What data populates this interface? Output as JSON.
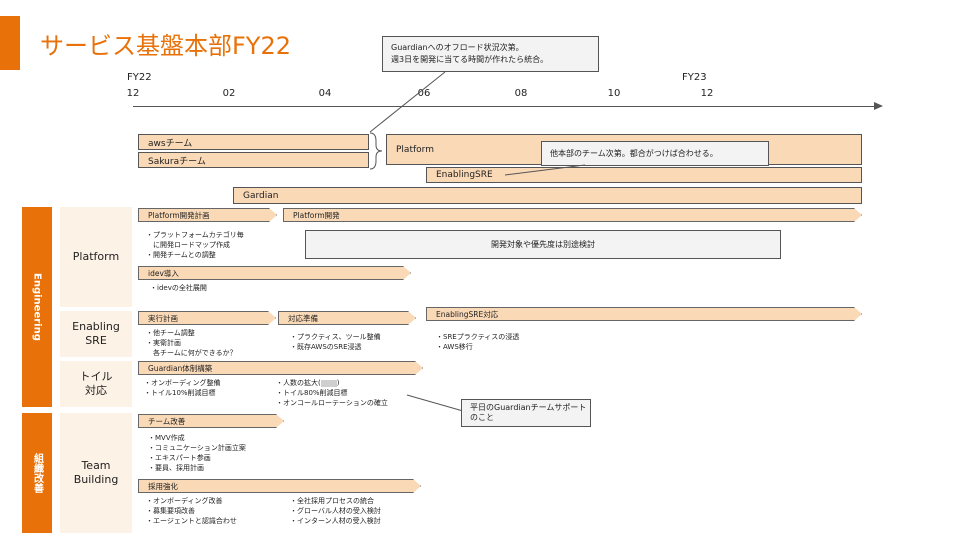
{
  "title": "サービス基盤本部FY22",
  "timeline": {
    "fy_start": "FY22",
    "fy_end": "FY23",
    "months": [
      "12",
      "02",
      "04",
      "06",
      "08",
      "10",
      "12"
    ]
  },
  "teams": {
    "aws": "awsチーム",
    "sakura": "Sakuraチーム",
    "platform": "Platform",
    "enabling": "EnablingSRE",
    "gardian": "Gardian"
  },
  "callouts": {
    "guardian_offload": "Guardianへのオフロード状況次第。\n週3日を開発に当てる時間が作れたら統合。",
    "other_dept": "他本部のチーム次第。都合がつけば合わせる。",
    "weekday_support": "平日のGuardianチームサポート\nのこと"
  },
  "groups": {
    "engineering": "Engineering",
    "org": "組織改善"
  },
  "categories": {
    "platform": "Platform",
    "enabling": "Enabling\nSRE",
    "toil": "トイル\n対応",
    "team": "Team\nBuilding"
  },
  "tasks": {
    "platform_plan": "Platform開発計画",
    "platform_dev": "Platform開発",
    "platform_plan_notes": "・プラットフォームカテゴリ毎\n　に開発ロードマップ作成\n・開発チームとの調整",
    "dev_target": "開発対象や優先度は別途検討",
    "idev": "idev導入",
    "idev_notes": "・idevの全社展開",
    "exec_plan": "実行計画",
    "exec_plan_notes": "・他チーム調整\n・実衛計画\n　各チームに何ができるか？",
    "prep": "対応準備",
    "prep_notes": "・プラクティス、ツール整備\n・既存AWSのSRE浸透",
    "enabling_work": "EnablingSRE対応",
    "enabling_work_notes": "・SREプラクティスの浸透\n・AWS移行",
    "guardian_build": "Guardian体制構築",
    "toil_notes_left": "・オンボーディング整備\n・トイル10%削減目標",
    "toil_notes_right_prefix": "・人数の拡大(",
    "toil_notes_right_suffix": ")",
    "toil_notes_right_rest": "・トイル80%削減目標\n・オンコールローテーションの確立",
    "team_improve": "チーム改善",
    "team_improve_notes": "・MVV作成\n・コミュニケーション計画立案\n・エキスパート参画\n・要員、採用計画",
    "hiring": "採用強化",
    "hiring_notes_left": "・オンボーディング改善\n・募集要項改善\n・エージェントと認識合わせ",
    "hiring_notes_right": "・全社採用プロセスの統合\n・グローバル人材の受入検討\n・インターン人材の受入検討"
  },
  "colors": {
    "accent": "#e8710a",
    "bar_fill": "#fad9b6",
    "category_fill": "#fdf2e6",
    "callout_fill": "#f3f3f3"
  }
}
